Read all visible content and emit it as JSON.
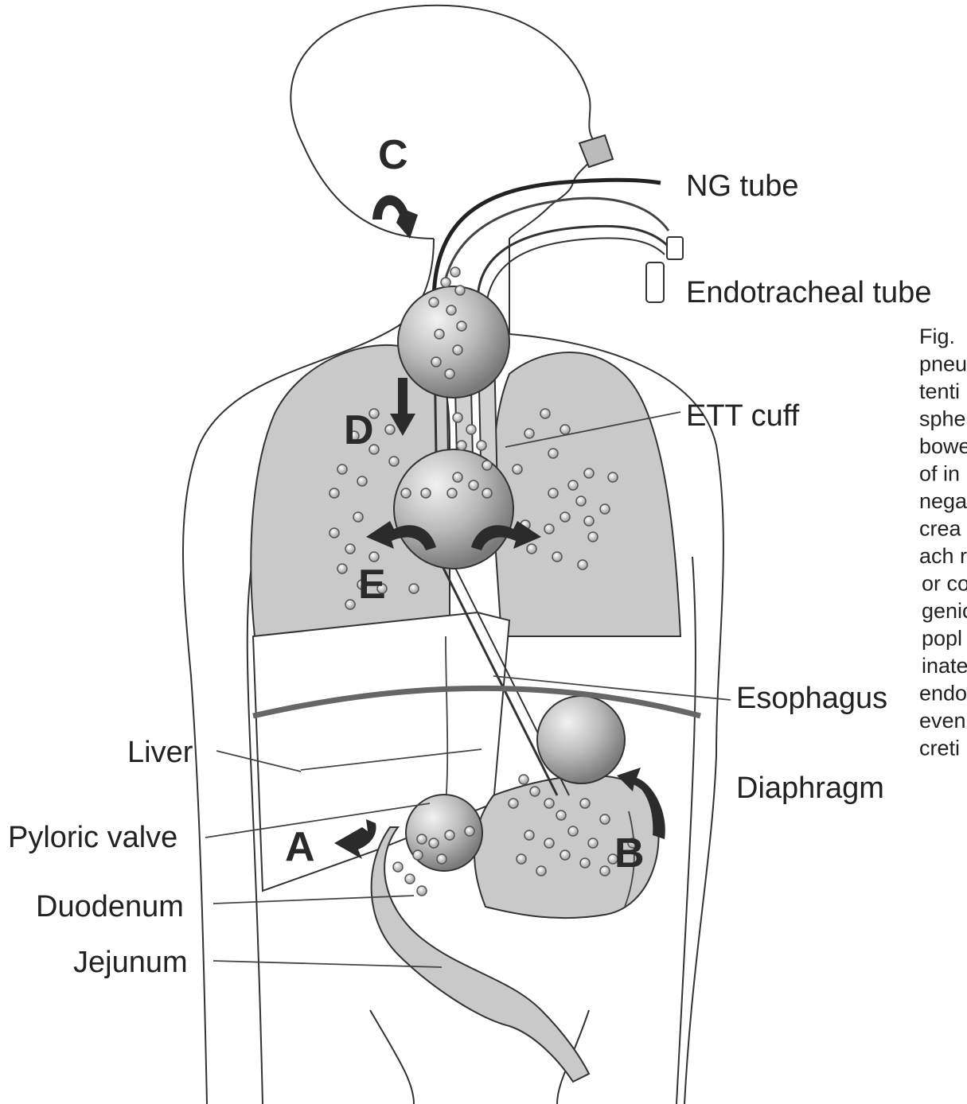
{
  "labels": {
    "ng_tube": "NG tube",
    "endotracheal_tube": "Endotracheal tube",
    "ett_cuff": "ETT cuff",
    "esophagus": "Esophagus",
    "diaphragm": "Diaphragm",
    "liver": "Liver",
    "pyloric_valve": "Pyloric valve",
    "duodenum": "Duodenum",
    "jejunum": "Jejunum"
  },
  "letters": {
    "a": "A",
    "b": "B",
    "c": "C",
    "d": "D",
    "e": "E"
  },
  "caption_lines": [
    "Fig.",
    "pneu",
    "tenti",
    "sphe",
    "bowe",
    "of in",
    "nega",
    "crea",
    "ach r",
    "or co",
    "genic",
    "popl",
    "inate",
    "endo",
    "even",
    "creti"
  ],
  "colors": {
    "organ_fill": "#c9c9c9",
    "bubble_fill": "#b5b5b5",
    "diaphragm_band": "#666666"
  }
}
